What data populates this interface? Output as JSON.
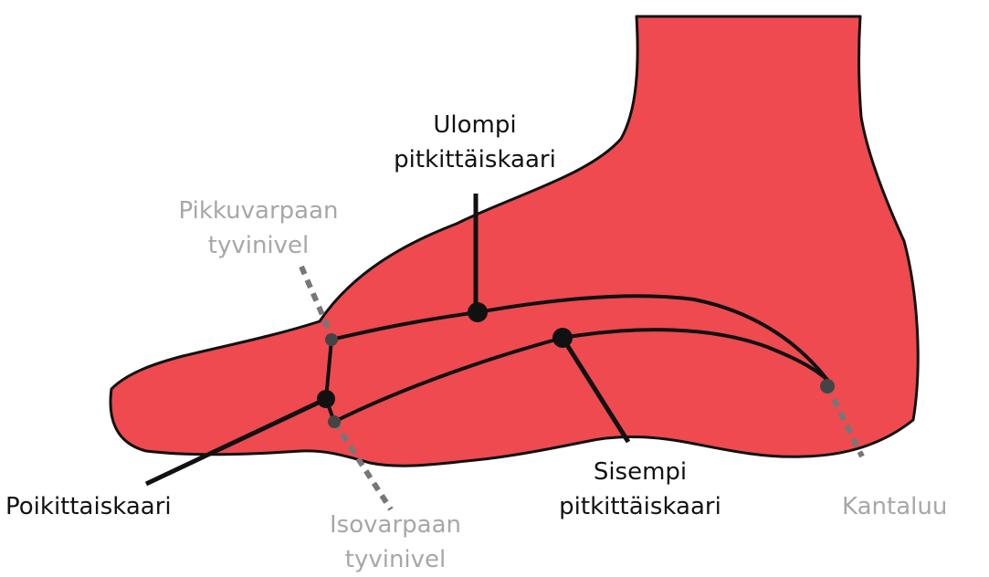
{
  "diagram": {
    "colors": {
      "foot_fill": "#ee4a4f",
      "outline": "#111111",
      "primary_label": "#111111",
      "secondary_label": "#a7a7a7",
      "marker_dashed": "#777777"
    },
    "labels": {
      "outer_arch": [
        "Ulompi",
        "pitkittäiskaari"
      ],
      "pinky_joint": [
        "Pikkuvarpaan",
        "tyvinivel"
      ],
      "transverse_arch": "Poikittaiskaari",
      "big_toe_joint": [
        "Isovarpaan",
        "tyvinivel"
      ],
      "inner_arch": [
        "Sisempi",
        "pitkittäiskaari"
      ],
      "heel_bone": "Kantaluu"
    }
  }
}
